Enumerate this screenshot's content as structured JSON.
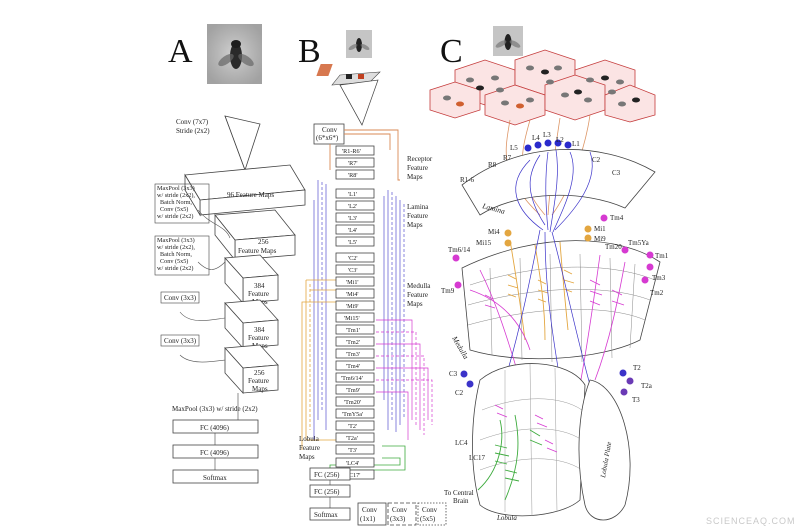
{
  "panels": {
    "a": "A",
    "b": "B",
    "c": "C"
  },
  "panel_a": {
    "conv1": [
      "Conv (7x7)",
      "Stride (2x2)"
    ],
    "maxpool1": [
      "MaxPool (3x3)",
      "w/ stride (2x2),",
      "Batch Norm,",
      "Conv (5x5)",
      "w/ stride (2x2)"
    ],
    "maxpool2": [
      "MaxPool (3x3)",
      "w/ stride (2x2),",
      "Batch Norm,",
      "Conv (5x5)",
      "w/ stride (2x2)"
    ],
    "fm96": "96 Feature Maps",
    "fm256a": [
      "256",
      "Feature Maps"
    ],
    "fm384a": [
      "384",
      "Feature",
      "Maps"
    ],
    "fm384b": [
      "384",
      "Feature",
      "Maps"
    ],
    "fm256b": [
      "256",
      "Feature",
      "Maps"
    ],
    "conv3a": "Conv (3x3)",
    "conv3b": "Conv (3x3)",
    "maxpool3": "MaxPool (3x3) w/ stride (2x2)",
    "fc1": "FC (4096)",
    "fc2": "FC (4096)",
    "softmax": "Softmax"
  },
  "panel_b": {
    "conv_top": [
      "Conv",
      "(6*x6*)"
    ],
    "receptor": [
      "'R1-R6'",
      "'R7'",
      "'R8'"
    ],
    "lamina": [
      "'L1'",
      "'L2'",
      "'L3'",
      "'L4'",
      "'L5'"
    ],
    "medulla": [
      "'C2'",
      "'C3'",
      "'Mi1'",
      "'Mi4'",
      "'Mi9'",
      "'Mi15'",
      "'Tm1'",
      "'Tm2'",
      "'Tm3'",
      "'Tm4'",
      "'Tm6/14'",
      "'Tm9'",
      "'Tm20'",
      "'TmY5a'",
      "'T2'",
      "'T2a'",
      "'T3'"
    ],
    "lobula": [
      "'LC4'",
      "'LC17'"
    ],
    "receptor_label": [
      "Receptor",
      "Feature",
      "Maps"
    ],
    "lamina_label": [
      "Lamina",
      "Feature",
      "Maps"
    ],
    "medulla_label": [
      "Medulla",
      "Feature",
      "Maps"
    ],
    "lobula_label": [
      "Lobula",
      "Feature",
      "Maps"
    ],
    "fc1": "FC (256)",
    "fc2": "FC (256)",
    "softmax": "Softmax",
    "legend": [
      {
        "title": "Conv",
        "sub": "(1x1)"
      },
      {
        "title": "Conv",
        "sub": "(3x3)"
      },
      {
        "title": "Conv",
        "sub": "(5x5)"
      }
    ]
  },
  "panel_c": {
    "lamina_cells": [
      "L5",
      "L4",
      "L3",
      "L2",
      "L1"
    ],
    "r_labels": [
      "R8",
      "R7",
      "R1-6"
    ],
    "c_top": [
      "C2",
      "C3"
    ],
    "lamina": "Lamina",
    "tm4": "Tm4",
    "mi4": "Mi4",
    "mi1": "Mi1",
    "mi9": "Mi9",
    "mi15": "Mi15",
    "tm20": "Tm20",
    "tm5ya": "Tm5Ya",
    "tm614": "Tm6/14",
    "tm1": "Tm1",
    "tm3": "Tm3",
    "tm2": "Tm2",
    "tm9": "Tm9",
    "medulla": "Medulla",
    "c3b": "C3",
    "c2b": "C2",
    "t2": "T2",
    "t2a": "T2a",
    "t3": "T3",
    "lc4": "LC4",
    "lc17": "LC17",
    "to_central": [
      "To Central",
      "Brain"
    ],
    "lobula": "Lobula",
    "lobula_plate": "Lobula Plate"
  },
  "watermark": "SCIENCEAQ.COM",
  "colors": {
    "receptor": "#d98a55",
    "lamina": "#3b33c9",
    "medulla_orange": "#e3a640",
    "medulla_magenta": "#d63ad1",
    "lobula": "#3dab3d",
    "text": "#222222"
  }
}
